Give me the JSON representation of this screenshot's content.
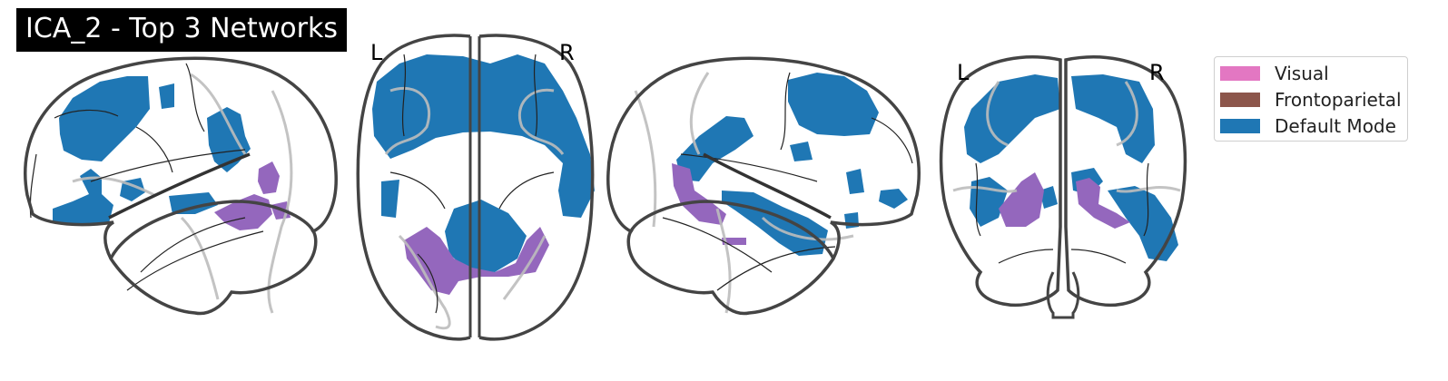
{
  "title": "ICA_2 - Top 3 Networks",
  "orientation_labels": {
    "axial_left": "L",
    "axial_right": "R",
    "coronal_left": "L",
    "coronal_right": "R"
  },
  "legend": [
    {
      "label": "Visual",
      "color": "#e377c2"
    },
    {
      "label": "Frontoparietal",
      "color": "#8c564b"
    },
    {
      "label": "Default Mode",
      "color": "#1f77b4"
    }
  ],
  "colors": {
    "default_mode": "#1f77b4",
    "visual_overlap": "#9467bd",
    "outline": "#444444",
    "gyri": "#bdbdbd"
  }
}
